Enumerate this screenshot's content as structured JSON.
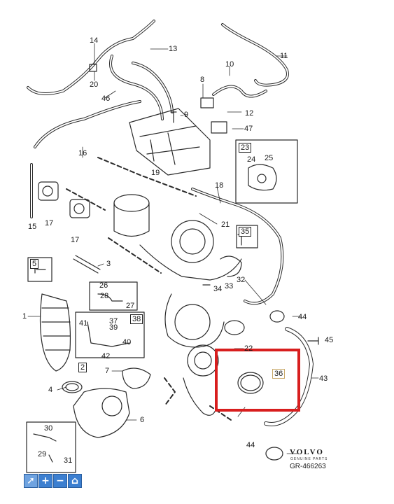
{
  "callouts": [
    {
      "id": "1",
      "text": "1"
    },
    {
      "id": "2",
      "text": "2"
    },
    {
      "id": "3",
      "text": "3"
    },
    {
      "id": "4",
      "text": "4"
    },
    {
      "id": "5",
      "text": "5"
    },
    {
      "id": "6",
      "text": "6"
    },
    {
      "id": "7",
      "text": "7"
    },
    {
      "id": "8",
      "text": "8"
    },
    {
      "id": "9",
      "text": "9"
    },
    {
      "id": "10",
      "text": "10"
    },
    {
      "id": "11",
      "text": "11"
    },
    {
      "id": "12",
      "text": "12"
    },
    {
      "id": "13",
      "text": "13"
    },
    {
      "id": "14",
      "text": "14"
    },
    {
      "id": "15",
      "text": "15"
    },
    {
      "id": "16",
      "text": "16"
    },
    {
      "id": "17a",
      "text": "17"
    },
    {
      "id": "17b",
      "text": "17"
    },
    {
      "id": "18",
      "text": "18"
    },
    {
      "id": "19",
      "text": "19"
    },
    {
      "id": "20",
      "text": "20"
    },
    {
      "id": "21",
      "text": "21"
    },
    {
      "id": "22",
      "text": "22"
    },
    {
      "id": "23",
      "text": "23"
    },
    {
      "id": "24",
      "text": "24"
    },
    {
      "id": "25",
      "text": "25"
    },
    {
      "id": "26",
      "text": "26"
    },
    {
      "id": "27",
      "text": "27"
    },
    {
      "id": "28",
      "text": "28"
    },
    {
      "id": "29",
      "text": "29"
    },
    {
      "id": "30",
      "text": "30"
    },
    {
      "id": "31",
      "text": "31"
    },
    {
      "id": "32",
      "text": "32"
    },
    {
      "id": "33",
      "text": "33"
    },
    {
      "id": "34",
      "text": "34"
    },
    {
      "id": "35",
      "text": "35"
    },
    {
      "id": "36",
      "text": "36"
    },
    {
      "id": "37",
      "text": "37"
    },
    {
      "id": "38",
      "text": "38"
    },
    {
      "id": "39",
      "text": "39"
    },
    {
      "id": "40",
      "text": "40"
    },
    {
      "id": "41",
      "text": "41"
    },
    {
      "id": "42",
      "text": "42"
    },
    {
      "id": "43",
      "text": "43"
    },
    {
      "id": "44a",
      "text": "44"
    },
    {
      "id": "44b",
      "text": "44"
    },
    {
      "id": "45",
      "text": "45"
    },
    {
      "id": "46",
      "text": "46"
    },
    {
      "id": "47",
      "text": "47"
    }
  ],
  "brand": {
    "name": "VOLVO",
    "sub": "GENUINE PARTS",
    "code": "GR-466263"
  },
  "highlight_color": "#d81e1e",
  "toolbar": {
    "buttons": [
      {
        "name": "select-tool",
        "icon": "cursor-icon",
        "glyph": "➚"
      },
      {
        "name": "zoom-in",
        "icon": "plus-icon",
        "glyph": "+"
      },
      {
        "name": "zoom-out",
        "icon": "minus-icon",
        "glyph": "−"
      },
      {
        "name": "home",
        "icon": "home-icon",
        "glyph": "⌂"
      }
    ]
  }
}
